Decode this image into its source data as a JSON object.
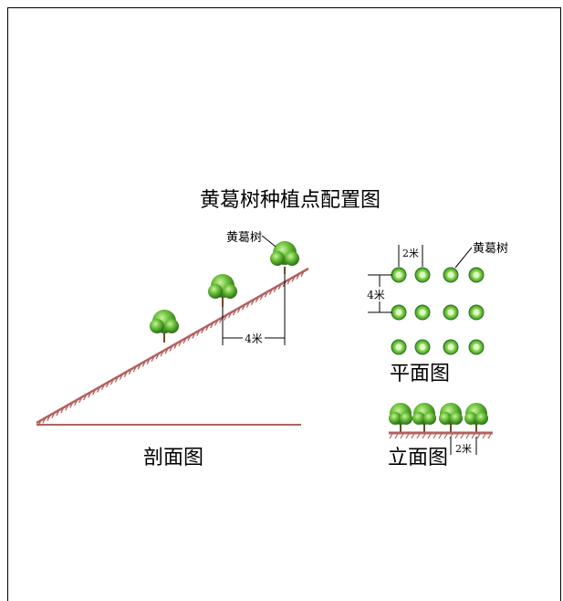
{
  "title": "黄葛树种植点配置图",
  "section": {
    "caption": "剖面图",
    "tree_label": "黄葛树",
    "spacing_label": "4米"
  },
  "plan": {
    "caption": "平面图",
    "tree_label": "黄葛树",
    "h_spacing_label": "2米",
    "v_spacing_label": "4米",
    "rows": 3,
    "cols": 4
  },
  "elevation": {
    "caption": "立面图",
    "spacing_label": "2米",
    "tree_count": 4
  },
  "colors": {
    "ground": "#b3615f",
    "tree_dark": "#2e7a1f",
    "tree_light": "#7fd14a"
  }
}
